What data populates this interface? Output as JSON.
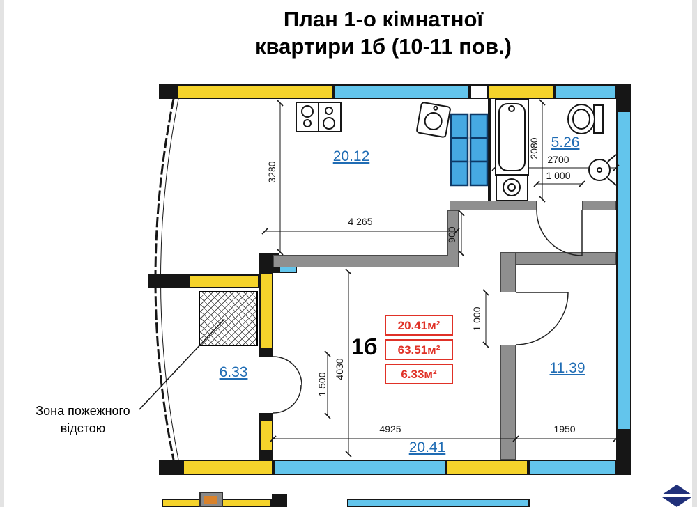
{
  "title": {
    "line1": "План 1-о кімнатної",
    "line2": "квартири 1б (10-11 пов.)"
  },
  "rooms": {
    "kitchen": "20.12",
    "bathroom": "5.26",
    "balcony": "6.33",
    "bedroom": "11.39",
    "living": "20.41"
  },
  "unit_box": {
    "unit": "1б",
    "living_area": "20.41м²",
    "total_area": "63.51м²",
    "balcony_area": "6.33м²"
  },
  "dimensions": {
    "kitchen_depth": "3280",
    "kitchen_width": "4 265",
    "hall_passage": "900",
    "bath_depth": "2080",
    "bath_width": "2700",
    "bath_door": "1 000",
    "bedroom_door": "1 000",
    "living_depth": "4030",
    "balcony_door": "1 500",
    "living_width": "4925",
    "bedroom_width": "1950"
  },
  "annotations": {
    "fire_zone_line1": "Зона пожежного",
    "fire_zone_line2": "відстою"
  },
  "colors": {
    "wall_yellow": "#F5D32B",
    "wall_cyan": "#63C5EC",
    "cabinet_blue": "#46A9E2",
    "label_blue": "#1F6CB4",
    "accent_red": "#E03127",
    "wall_black": "#161616",
    "inner_wall_gray": "#8F8F8F",
    "viewer_control_navy": "#20307A"
  }
}
